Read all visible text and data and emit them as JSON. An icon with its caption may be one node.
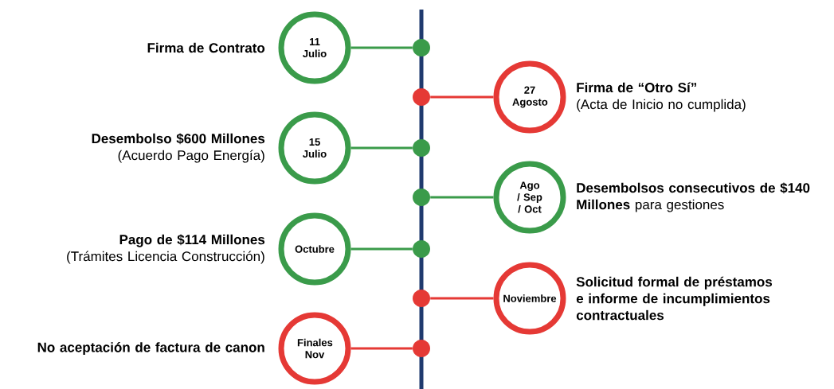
{
  "diagram": {
    "nodes": [
      {
        "text": [
          "11 Julio"
        ],
        "beside": [
          "Firma de Contrato"
        ]
      },
      {
        "text": [
          "27 Agosto"
        ],
        "beside": [
          "Firma de “Otro Sí”",
          "(Acta de Inicio no cumplida)"
        ]
      },
      {
        "text": [
          "15 Julio"
        ],
        "beside": [
          "Desembolso $600 Millones",
          "(Acuerdo Pago Energía)"
        ]
      },
      {
        "text": [
          "Ago / Sep / Oct"
        ],
        "beside": [
          "**Desembolsos consecutivos de $140 Millones** para gestiones"
        ]
      },
      {
        "text": [
          "Octubre"
        ],
        "beside": [
          "Pago de $114 Millones",
          "(Trámites Licencia Construcción)"
        ]
      },
      {
        "text": [
          "Noviembre"
        ],
        "beside": [
          "Solicitud formal de préstamos e informe de incumplimientos contractuales"
        ]
      },
      {
        "text": [
          "Finales Nov"
        ],
        "beside": [
          "No aceptación de factura de canon"
        ]
      },
      {
        "text": [],
        "shape": "circle"
      },
      {
        "text": [],
        "shape": "circle"
      },
      {
        "text": [],
        "shape": "circle"
      },
      {
        "text": [],
        "shape": "circle"
      },
      {
        "text": [],
        "shape": "circle"
      },
      {
        "text": [],
        "shape": "circle"
      },
      {
        "text": [],
        "shape": "circle"
      }
    ],
    "edges": [
      {
        "from": 0,
        "to": 7,
        "arrow": "none"
      },
      {
        "from": 1,
        "to": 8,
        "arrow": "none",
        "color": "#e53935"
      },
      {
        "from": 2,
        "to": 9,
        "arrow": "none"
      },
      {
        "from": 3,
        "to": 10,
        "arrow": "none"
      },
      {
        "from": 4,
        "to": 11,
        "arrow": "none"
      },
      {
        "from": 5,
        "to": 12,
        "arrow": "none",
        "color": "#e53935"
      },
      {
        "from": 6,
        "to": 13,
        "arrow": "none",
        "color": "#e53935"
      }
    ]
  }
}
